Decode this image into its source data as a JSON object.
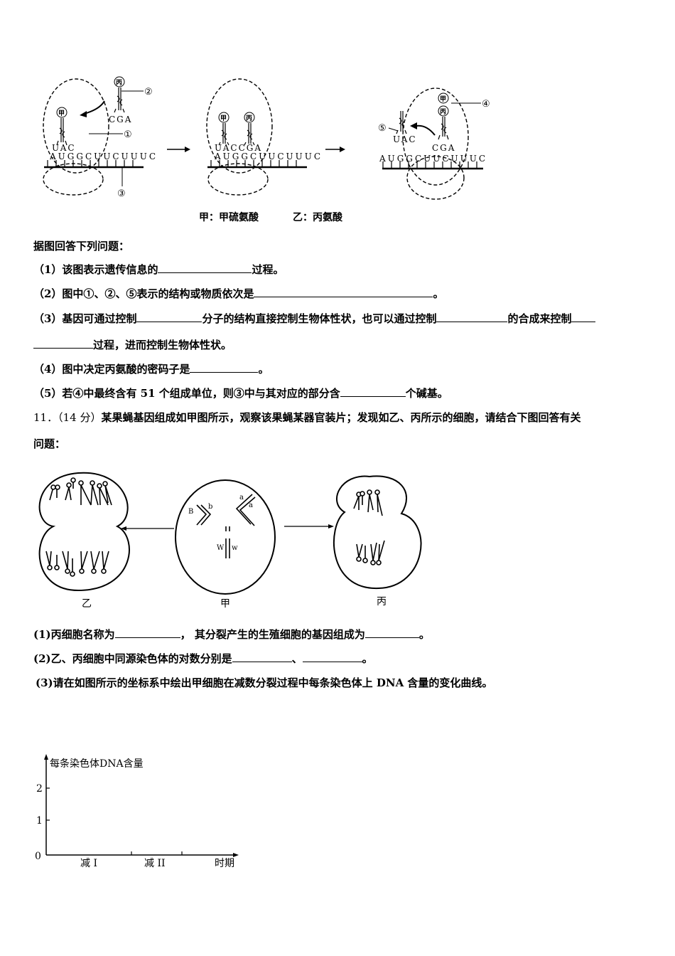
{
  "figure1": {
    "labels": {
      "c1": "①",
      "c2": "②",
      "c3": "③",
      "c4": "④",
      "c5": "⑤",
      "jia": "甲",
      "bing": "丙"
    },
    "anticodons": {
      "jia": "UAC",
      "bing": "CGA"
    },
    "mrna": [
      "A",
      "U",
      "G",
      "G",
      "C",
      "U",
      "U",
      "C",
      "U",
      "U",
      "U",
      "C"
    ],
    "caption_jia": "甲：甲硫氨酸",
    "caption_yi": "乙：丙氨酸"
  },
  "q10": {
    "intro": "据图回答下列问题：",
    "items": [
      {
        "pre": "（1）该图表示遗传信息的",
        "post": "过程。"
      },
      {
        "pre": "（2）图中①、②、⑤表示的结构或物质依次是",
        "post": "。"
      },
      {
        "pre": "（3）基因可通过控制",
        "mid1": "分子的结构直接控制生物体性状，也可以通过控制",
        "mid2": "的合成来控制",
        "post": "过程，进而控制生物体性状。"
      },
      {
        "pre": "（4）图中决定丙氨酸的密码子是",
        "post": "。"
      },
      {
        "pre": "（5）若④中最终含有 51 个组成单位，则③中与其对应的部分含",
        "post": "个碱基。"
      }
    ]
  },
  "q11": {
    "number": "11．（14 分）",
    "stem_line1": "某果蝇基因组成如甲图所示，观察该果蝇某器官装片；发现如乙、丙所示的细胞，请结合下图回答有关",
    "stem_line2": "问题：",
    "figure": {
      "labels": {
        "yi": "乙",
        "jia": "甲",
        "bing": "丙"
      },
      "genes": {
        "B": "B",
        "b": "b",
        "a1": "a",
        "a2": "a",
        "W": "W",
        "w": "w"
      }
    },
    "items": [
      {
        "pre": "(1)丙细胞名称为",
        "mid": "，  其分裂产生的生殖细胞的基因组成为",
        "post": "。"
      },
      {
        "pre": "(2)乙、丙细胞中同源染色体的对数分别是",
        "mid": "、",
        "post": "。"
      },
      {
        "text": "(3)请在如图所示的坐标系中绘出甲细胞在减数分裂过程中每条染色体上 DNA 含量的变化曲线。"
      }
    ]
  },
  "chart_data": {
    "type": "line",
    "title": "",
    "ylabel": "每条染色体DNA含量",
    "xlabel": "时期",
    "y_ticks": [
      0,
      1,
      2
    ],
    "x_tick_labels": [
      "减 I",
      "减 II"
    ],
    "ylim": [
      0,
      2.5
    ],
    "series": [],
    "grid": false,
    "note": "Empty coordinate system for student to draw curve"
  }
}
